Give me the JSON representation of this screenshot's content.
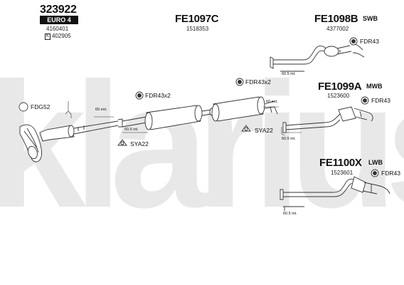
{
  "watermark": {
    "text": "klarius",
    "color": "#e8e8e8"
  },
  "header": {
    "code": "323922",
    "euro_badge": "EURO 4",
    "ref_1": "4160401",
    "ref_2_box": "K",
    "ref_2": "402905"
  },
  "center_section": {
    "code": "FE1097C",
    "ref": "1518353"
  },
  "variants": [
    {
      "code": "FE1098B",
      "tag": "SWB",
      "ref": "4377002"
    },
    {
      "code": "FE1099A",
      "tag": "MWB",
      "ref": "1523600"
    },
    {
      "code": "FE1100X",
      "tag": "LWB",
      "ref": "1523601"
    }
  ],
  "fittings": {
    "fdg52": "FDG52",
    "fdr43x2_left": "FDR43x2",
    "fdr43x2_right": "FDR43x2",
    "fdr43_top": "FDR43",
    "fdr43_mid": "FDR43",
    "fdr43_bottom": "FDR43",
    "sya22_left": "SYA22",
    "sya22_right": "SYA22"
  },
  "dimensions": {
    "ext_left": "60 ext.",
    "int_left": "60.5 int.",
    "ext_right": "60 ext.",
    "int_top": "60.5 int.",
    "int_mid": "60.5 int.",
    "int_bottom": "60.5 int."
  }
}
